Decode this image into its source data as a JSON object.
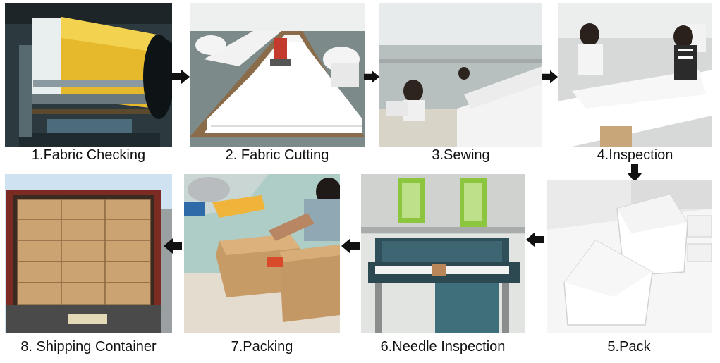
{
  "steps": [
    {
      "number": "1",
      "label": "1.Fabric Checking",
      "icon": "fabric-checking-photo"
    },
    {
      "number": "2",
      "label": "2. Fabric Cutting",
      "icon": "fabric-cutting-photo"
    },
    {
      "number": "3",
      "label": "3.Sewing",
      "icon": "sewing-photo"
    },
    {
      "number": "4",
      "label": "4.Inspection",
      "icon": "inspection-photo"
    },
    {
      "number": "5",
      "label": "5.Pack",
      "icon": "pack-photo"
    },
    {
      "number": "6",
      "label": "6.Needle Inspection",
      "icon": "needle-inspection-photo"
    },
    {
      "number": "7",
      "label": "7.Packing",
      "icon": "packing-photo"
    },
    {
      "number": "8",
      "label": "8. Shipping Container",
      "icon": "shipping-container-photo"
    }
  ],
  "colors": {
    "arrow": "#111111",
    "caption": "#111111",
    "background": "#ffffff"
  }
}
